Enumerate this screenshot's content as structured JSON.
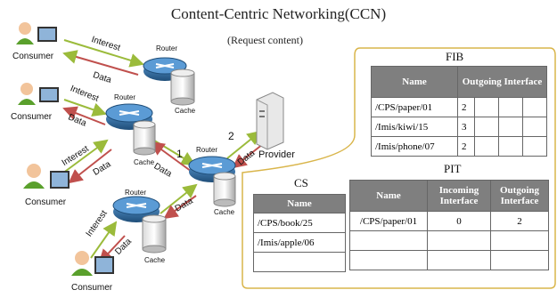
{
  "title": "Content-Centric Networking(CCN)",
  "subtitle": "(Request content)",
  "nodes": {
    "consumer_label": "Consumer",
    "router_label": "Router",
    "cache_label": "Cache",
    "provider_label": "Provider"
  },
  "links": {
    "interest": "Interest",
    "data": "Data",
    "step1": "1",
    "step2": "2"
  },
  "fib": {
    "title": "FIB",
    "headers": [
      "Name",
      "Outgoing Interface"
    ],
    "rows": [
      {
        "name": "/CPS/paper/01",
        "iface": "2"
      },
      {
        "name": "/Imis/kiwi/15",
        "iface": "3"
      },
      {
        "name": "/Imis/phone/07",
        "iface": "2"
      }
    ]
  },
  "pit": {
    "title": "PIT",
    "headers": [
      "Name",
      "Incoming Interface",
      "Outgoing Interface"
    ],
    "rows": [
      {
        "name": "/CPS/paper/01",
        "in": "0",
        "out": "2"
      },
      {
        "name": "",
        "in": "",
        "out": ""
      },
      {
        "name": "",
        "in": "",
        "out": ""
      }
    ]
  },
  "cs": {
    "title": "CS",
    "header": "Name",
    "rows": [
      "/CPS/book/25",
      "/Imis/apple/06",
      ""
    ]
  },
  "colors": {
    "interest_arrow": "#9bbb3b",
    "data_arrow": "#c0504d",
    "callout_border": "#d9b54a",
    "table_header": "#7f7f7f",
    "router": "#2e6da4"
  }
}
